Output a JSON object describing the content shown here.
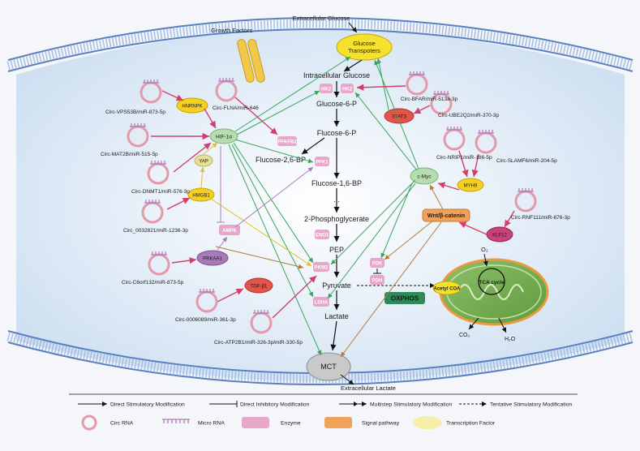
{
  "membrane_top": {
    "growth_factors": "Growth Factors",
    "extracellular_glucose": "Extracellular Glucose",
    "glucose_transporters": "Glucose Transporters"
  },
  "membrane_bottom": {
    "mct": "MCT",
    "extracellular_lactate": "Extracellular Lactate"
  },
  "metabolites": {
    "intracellular_glucose": "Intracellular Glucose",
    "g6p": "Glucose-6-P",
    "f6p": "Flucose-6-P",
    "f26bp": "Flucose-2,6-BP",
    "f16bp": "Flucose-1,6-BP",
    "dots": "...",
    "pg2": "2-Phosphoglycerate",
    "pep": "PEP",
    "pyruvate": "Pyruvate",
    "lactate": "Lactate",
    "acetyl_coa": "Acetyl COA",
    "tca": "TCA cycle",
    "o2": "O₂",
    "co2": "CO₂",
    "h2o": "H₂O",
    "oxphos": "OXPHOS"
  },
  "enzymes": {
    "hk2_a": "HK2",
    "hk2_b": "HK2",
    "pfkfb2": "PFKFB2",
    "pfk1": "PFK1",
    "eno1": "ENO1",
    "pkm2": "PKM2",
    "ldha": "LDHA",
    "pdk": "PDK",
    "pdh": "PDH",
    "ampk": "AMPK"
  },
  "factors": {
    "hif1a": "HIF-1α",
    "hnrnpk": "HNRNPK",
    "yap": "YAP",
    "hmgb1": "HMGB1",
    "prkaa1": "PRKAA1",
    "tgfb1": "TGF-β1",
    "stat3": "STAT3",
    "cmyc": "c-Myc",
    "myh9": "MYH9",
    "wnt": "Wnt/β-catenin",
    "klf12": "KLF12"
  },
  "circ_labels": {
    "vps53b": "Circ-VPS53B/miR-873-5p",
    "flna": "Circ-FLNA/miR-646",
    "mat2b": "Circ-MAT2B/miR-515-5p",
    "dnmt1": "Circ-DNMT1/miR-576-3p",
    "c0032821": "Circ_0032821/miR-1236-3p",
    "c6orf132": "Circ-C6orf132/miR-873-5p",
    "c0006089": "Circ-0006089/miR-361-3p",
    "atp2b1": "Circ-ATP2B1/miR-326-3p/miR-330-5p",
    "bfar": "Circ-BFAR/miR-513a-3p",
    "ube2q2": "Circ-UBE2Q2/miR-370-3p",
    "nrip1": "Circ-NRIP1/miR-186-5p",
    "slamf6": "Circ-SLAMF6/miR-204-5p",
    "rnf111": "Circ-RNF111/miR-876-3p"
  },
  "legend": {
    "direct_stim": "Direct Stimulatory Modification",
    "direct_inhib": "Direct Inhibitory Modification",
    "multistep": "Multistep Stimulatory Modification",
    "tentative": "Tentative Stimulatory Modification",
    "circ_rna": "Circ RNA",
    "micro_rna": "Micro RNA",
    "enzyme": "Enzyme",
    "signal": "Signal pathway",
    "tf": "Transcription Factor"
  },
  "colors": {
    "enzyme": "#e8a6c8",
    "signal": "#f0a25a",
    "tf": "#f7eea8",
    "arrow_green": "#3aa55a",
    "arrow_brown": "#b07c3c",
    "arrow_red": "#d0406a"
  }
}
